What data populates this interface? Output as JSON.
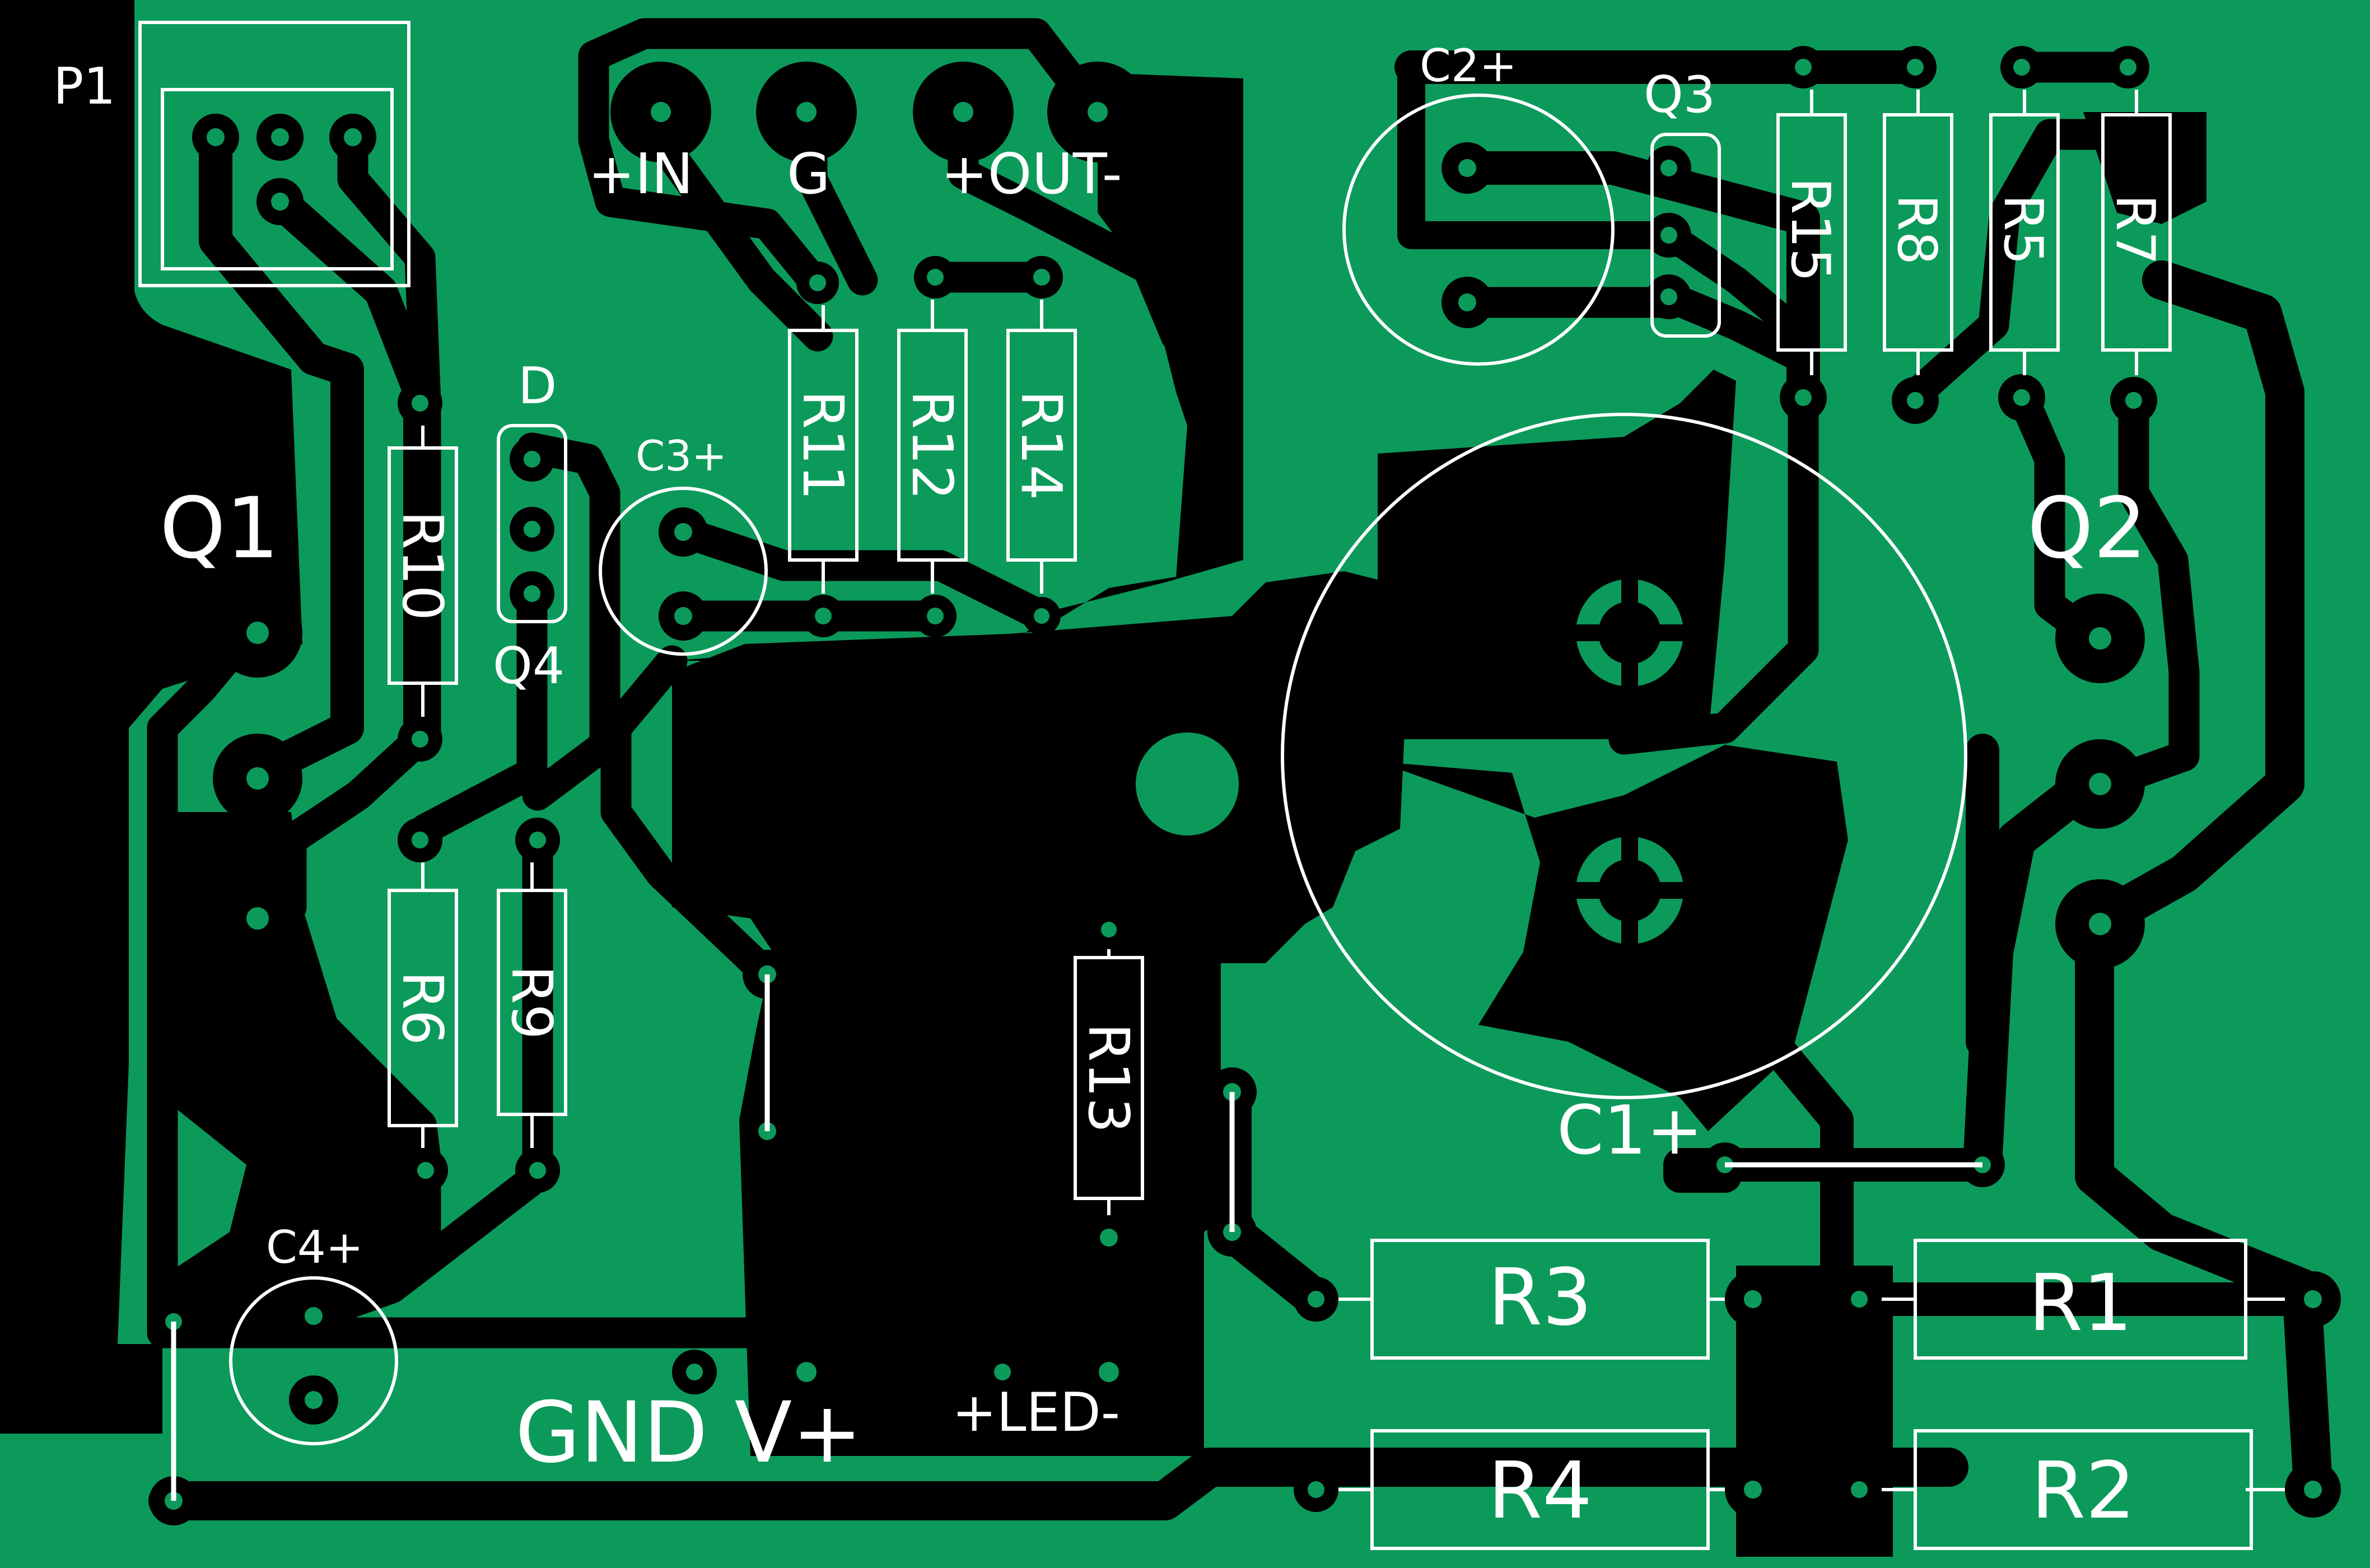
{
  "board": {
    "background_color": "#0c9a5b",
    "copper_color": "#000000",
    "silk_color": "#ffffff"
  },
  "labels": {
    "p1": "P1",
    "in": "+IN",
    "g": "G",
    "out": "+OUT-",
    "c2": "C2+",
    "q3": "Q3",
    "r15": "R15",
    "r8": "R8",
    "r5": "R5",
    "r7": "R7",
    "d": "D",
    "c3": "C3+",
    "r11": "R11",
    "r12": "R12",
    "r14": "R14",
    "q1": "Q1",
    "q2": "Q2",
    "r10": "R10",
    "q4": "Q4",
    "r6": "R6",
    "r9": "R9",
    "r13": "R13",
    "c1": "C1+",
    "r3": "R3",
    "r1": "R1",
    "r4": "R4",
    "r2": "R2",
    "c4": "C4+",
    "gnd_v": "GND V+",
    "led": "+LED-"
  }
}
